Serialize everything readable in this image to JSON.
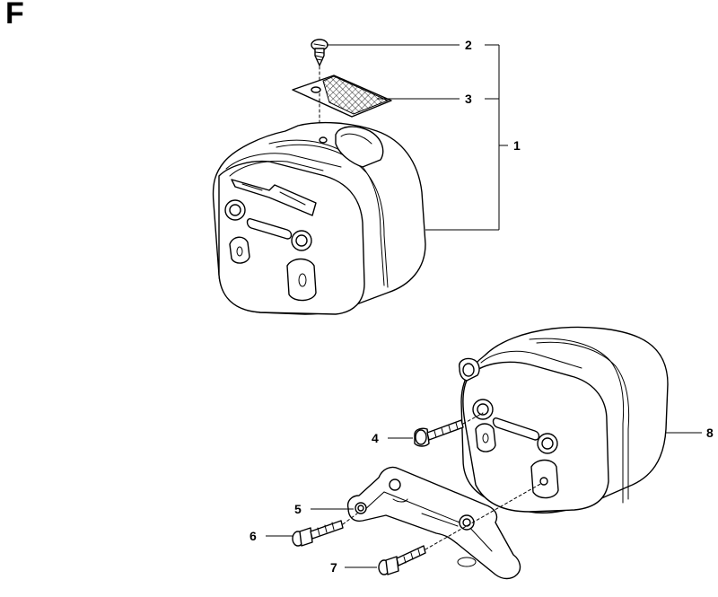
{
  "section_letter": "F",
  "callouts": {
    "c1": "1",
    "c2": "2",
    "c3": "3",
    "c4": "4",
    "c5": "5",
    "c6": "6",
    "c7": "7",
    "c8": "8"
  },
  "colors": {
    "line": "#000000",
    "background": "#ffffff"
  }
}
